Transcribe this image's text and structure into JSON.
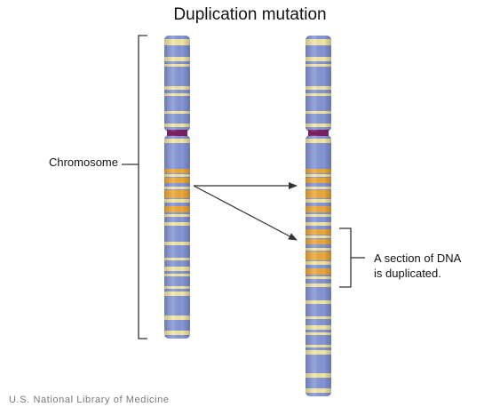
{
  "title": "Duplication mutation",
  "chromosome_label": "Chromosome",
  "section_label_line1": "A section of DNA",
  "section_label_line2": "is duplicated.",
  "credit": "U.S. National Library of Medicine",
  "colors": {
    "blue": "#8596d6",
    "pale_band": "#f1e6a6",
    "orange_band": "#eda839",
    "centromere": "#7a1f63",
    "line": "#333333"
  }
}
